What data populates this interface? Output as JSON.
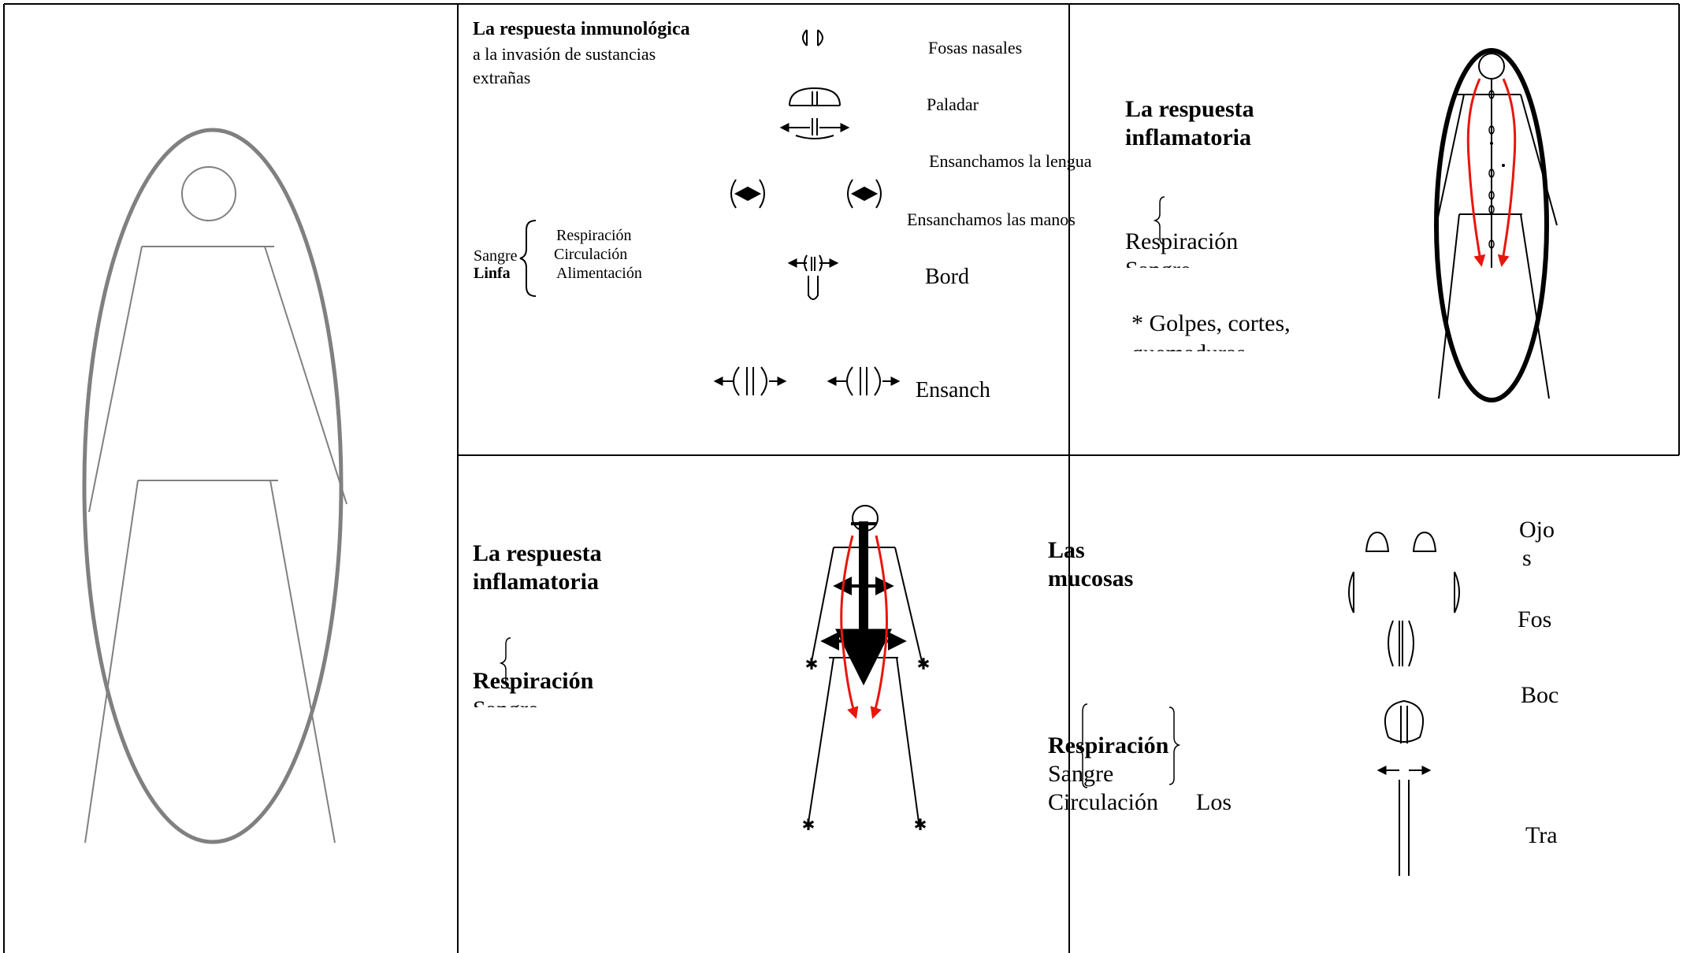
{
  "panels": {
    "immune": {
      "title": "La respuesta inmunológica",
      "subtitle_1": "a la invasión de sustancias",
      "subtitle_2": "extrañas",
      "labels": {
        "nostrils": "Fosas nasales",
        "palate": "Paladar",
        "tongue": "Ensanchamos la lengua",
        "hands": "Ensanchamos las manos",
        "edge": "Bord",
        "widen": "Ensanch"
      },
      "bracket": {
        "blood": "Sangre",
        "lymph": "Linfa",
        "items": [
          "Respiración",
          "Circulación",
          "Alimentación"
        ]
      }
    },
    "inflammatory_top": {
      "title_1": "La respuesta",
      "title_2": "inflamatoria",
      "breathing": "Respiración",
      "blood_cut": "Sangre",
      "note_1": "* Golpes, cortes,",
      "note_2": "quemaduras"
    },
    "inflammatory_bottom": {
      "title_1": "La respuesta",
      "title_2": "inflamatoria",
      "breathing": "Respiración",
      "blood_cut": "Sangre"
    },
    "mucosa": {
      "title_1": "Las",
      "title_2": "mucosas",
      "breathing": "Respiración",
      "blood": "Sangre",
      "circulation": "Circulación",
      "los": "Los",
      "labels": {
        "eyes_1": "Ojo",
        "eyes_2": "s",
        "nostrils": "Fos",
        "mouth": "Boc",
        "trachea": "Tra"
      }
    }
  },
  "colors": {
    "line": "#000000",
    "gray": "#808080",
    "red": "#e8160c"
  }
}
